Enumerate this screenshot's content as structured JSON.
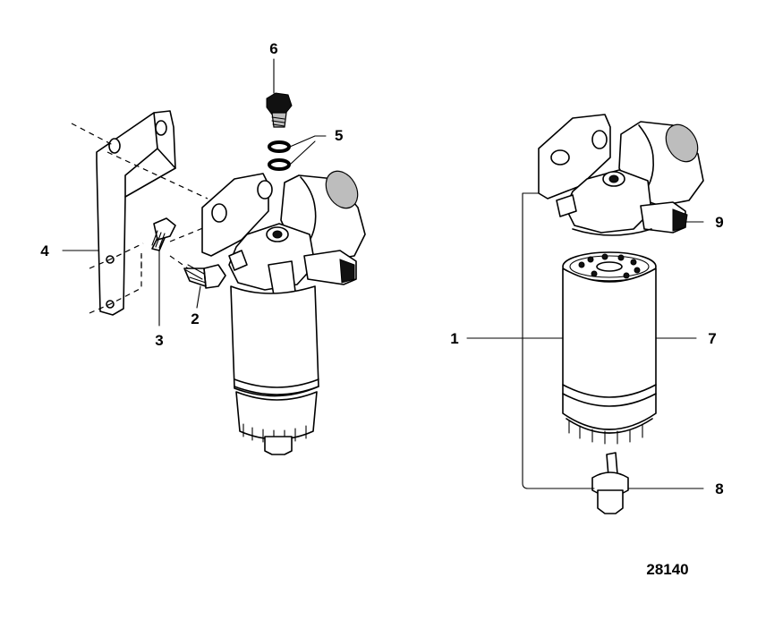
{
  "figure_number": "28140",
  "callouts": [
    {
      "id": "c1",
      "text": "1"
    },
    {
      "id": "c2",
      "text": "2"
    },
    {
      "id": "c3",
      "text": "3"
    },
    {
      "id": "c4",
      "text": "4"
    },
    {
      "id": "c5",
      "text": "5"
    },
    {
      "id": "c6",
      "text": "6"
    },
    {
      "id": "c7",
      "text": "7"
    },
    {
      "id": "c8",
      "text": "8"
    },
    {
      "id": "c9",
      "text": "9"
    }
  ]
}
